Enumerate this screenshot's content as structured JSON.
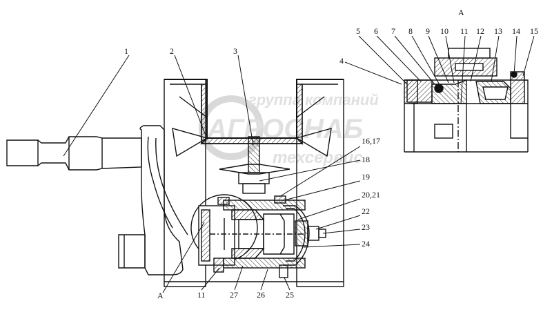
{
  "diagram": {
    "labels": {
      "n1": "1",
      "n2": "2",
      "n3": "3",
      "n4": "4",
      "n5": "5",
      "n6": "6",
      "n7": "7",
      "n8": "8",
      "n9": "9",
      "n10": "10",
      "n11": "11",
      "n12": "12",
      "n13": "13",
      "n14": "14",
      "n15": "15",
      "n16_17": "16,17",
      "n18": "18",
      "n19": "19",
      "n20_21": "20,21",
      "n22": "22",
      "n23": "23",
      "n24": "24",
      "n25": "25",
      "n26": "26",
      "n27": "27",
      "n11b": "11",
      "view_a_title": "A",
      "view_a_pointer": "A"
    },
    "watermark": {
      "line1": "группа компаний",
      "line2": "АГРОСНАБ",
      "line3": "техсервис"
    },
    "colors": {
      "line": "#111111",
      "hatch": "#222222",
      "watermark": "#c8c8c8"
    }
  }
}
